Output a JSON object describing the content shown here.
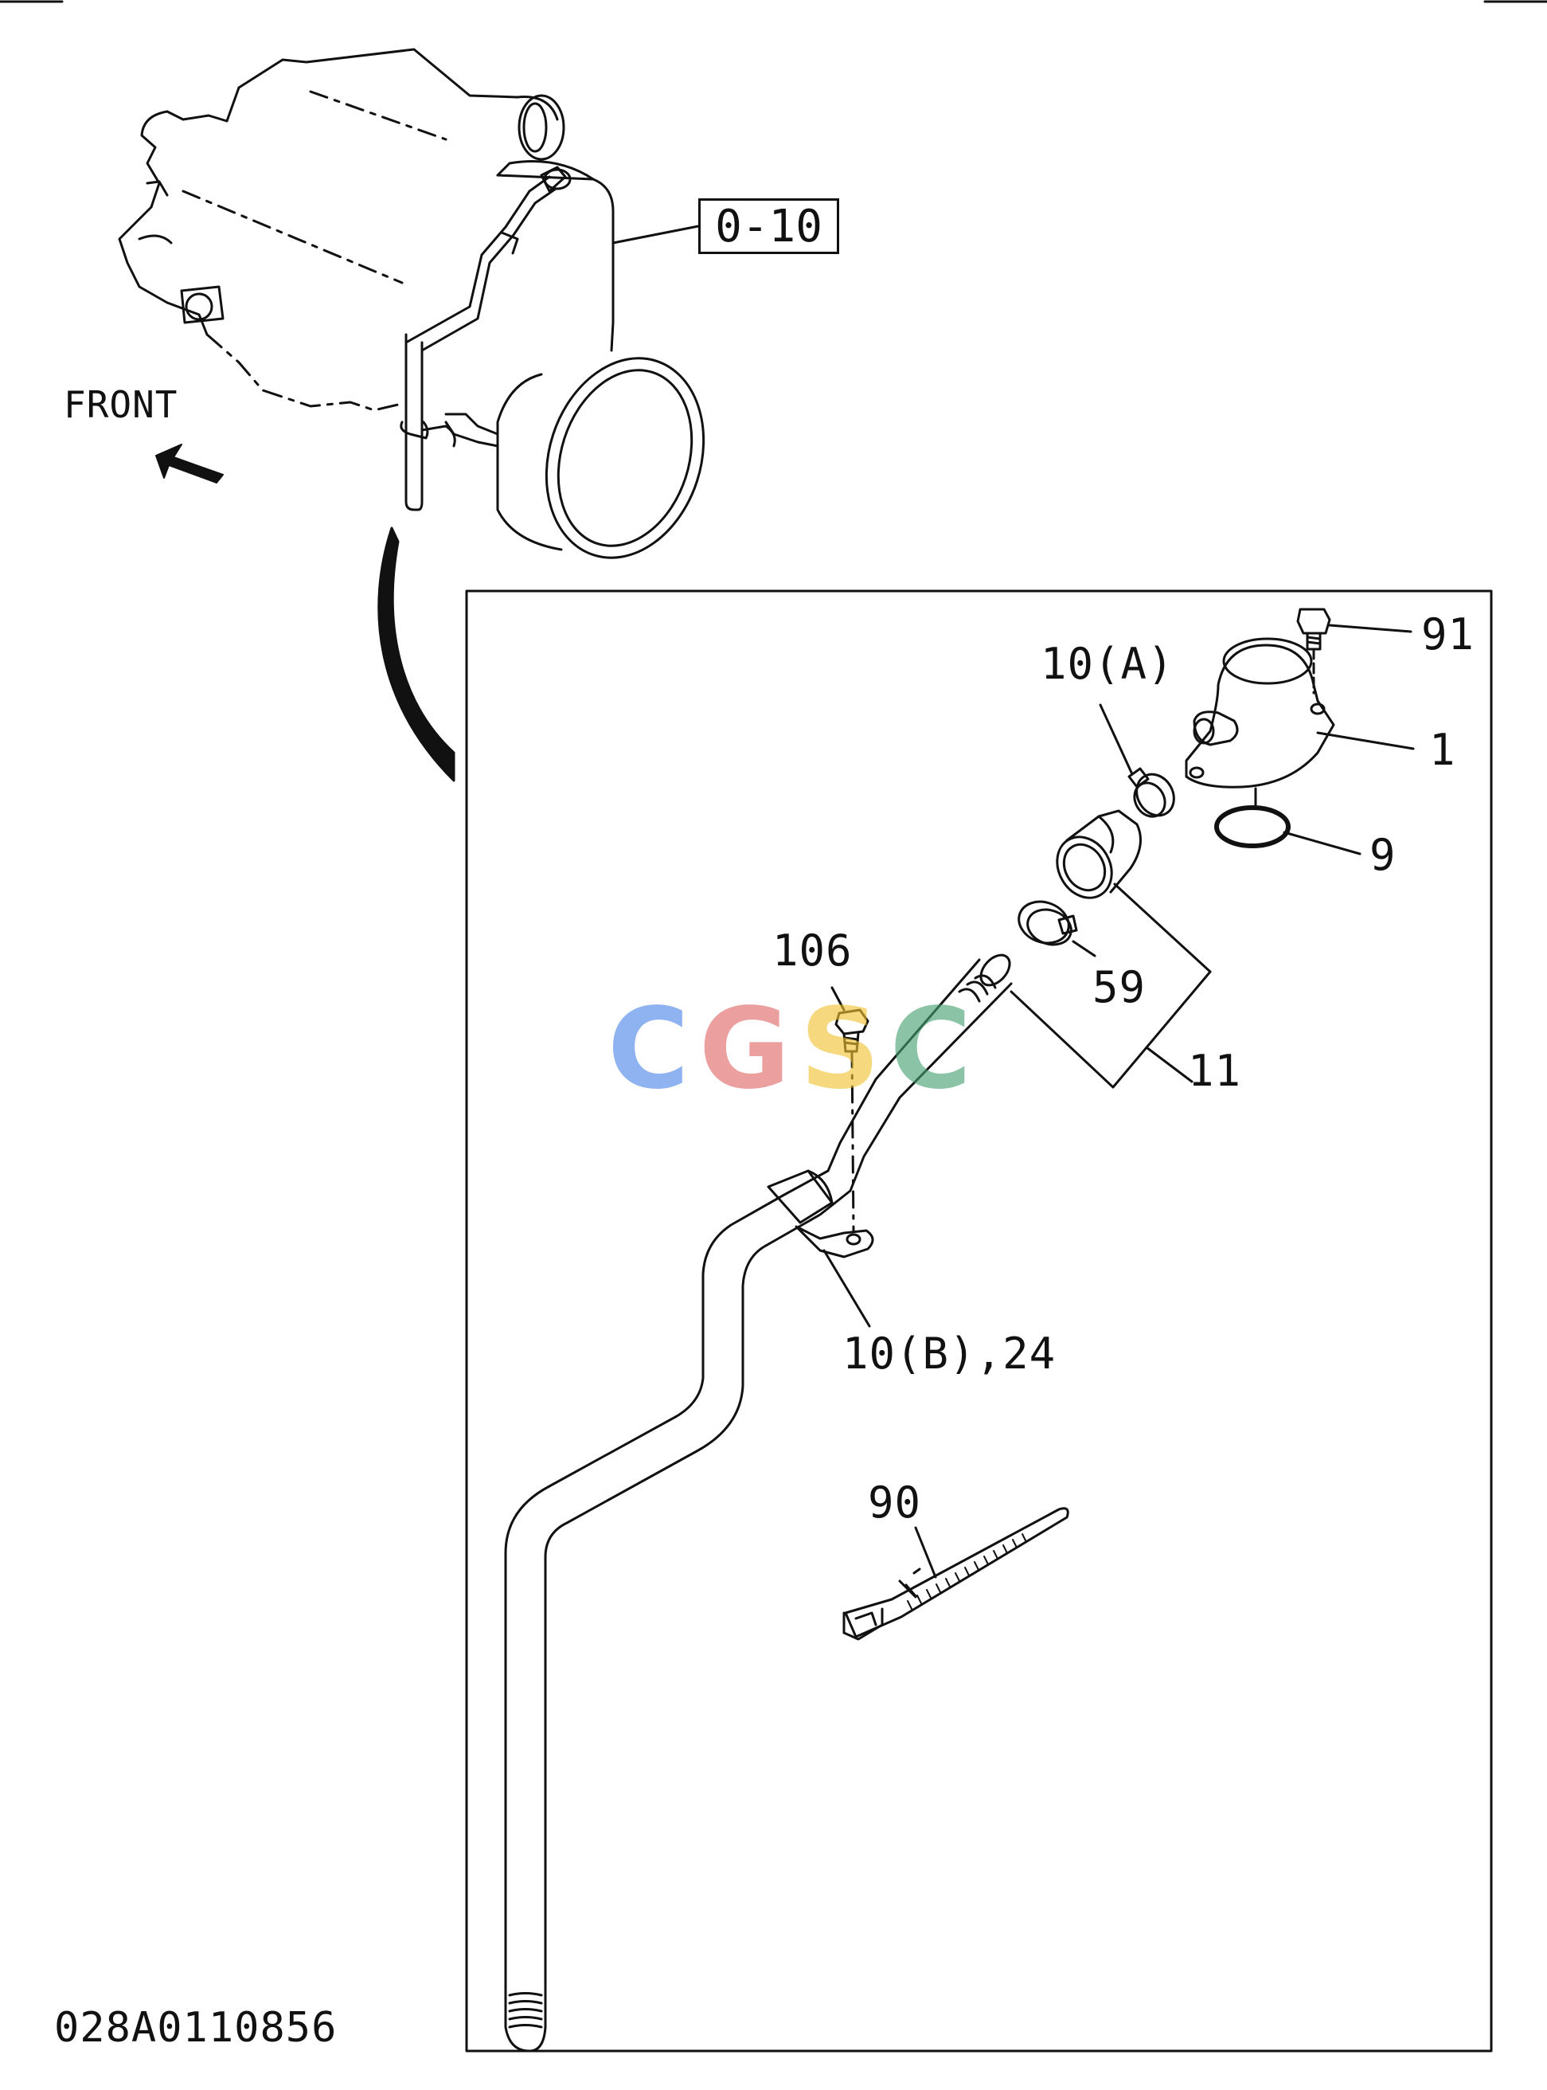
{
  "reference_box": "0-10",
  "front_label": "FRONT",
  "part_labels": {
    "p91": "91",
    "p10a": "10(A)",
    "p1": "1",
    "p9": "9",
    "p106": "106",
    "p59": "59",
    "p11": "11",
    "p10b24": "10(B),24",
    "p90": "90"
  },
  "drawing_number": "028A0110856",
  "watermark": {
    "letters": [
      "C",
      "G",
      "S",
      "C"
    ],
    "colors": [
      "#4a86e8",
      "#e06666",
      "#f1c232",
      "#45a071"
    ]
  }
}
